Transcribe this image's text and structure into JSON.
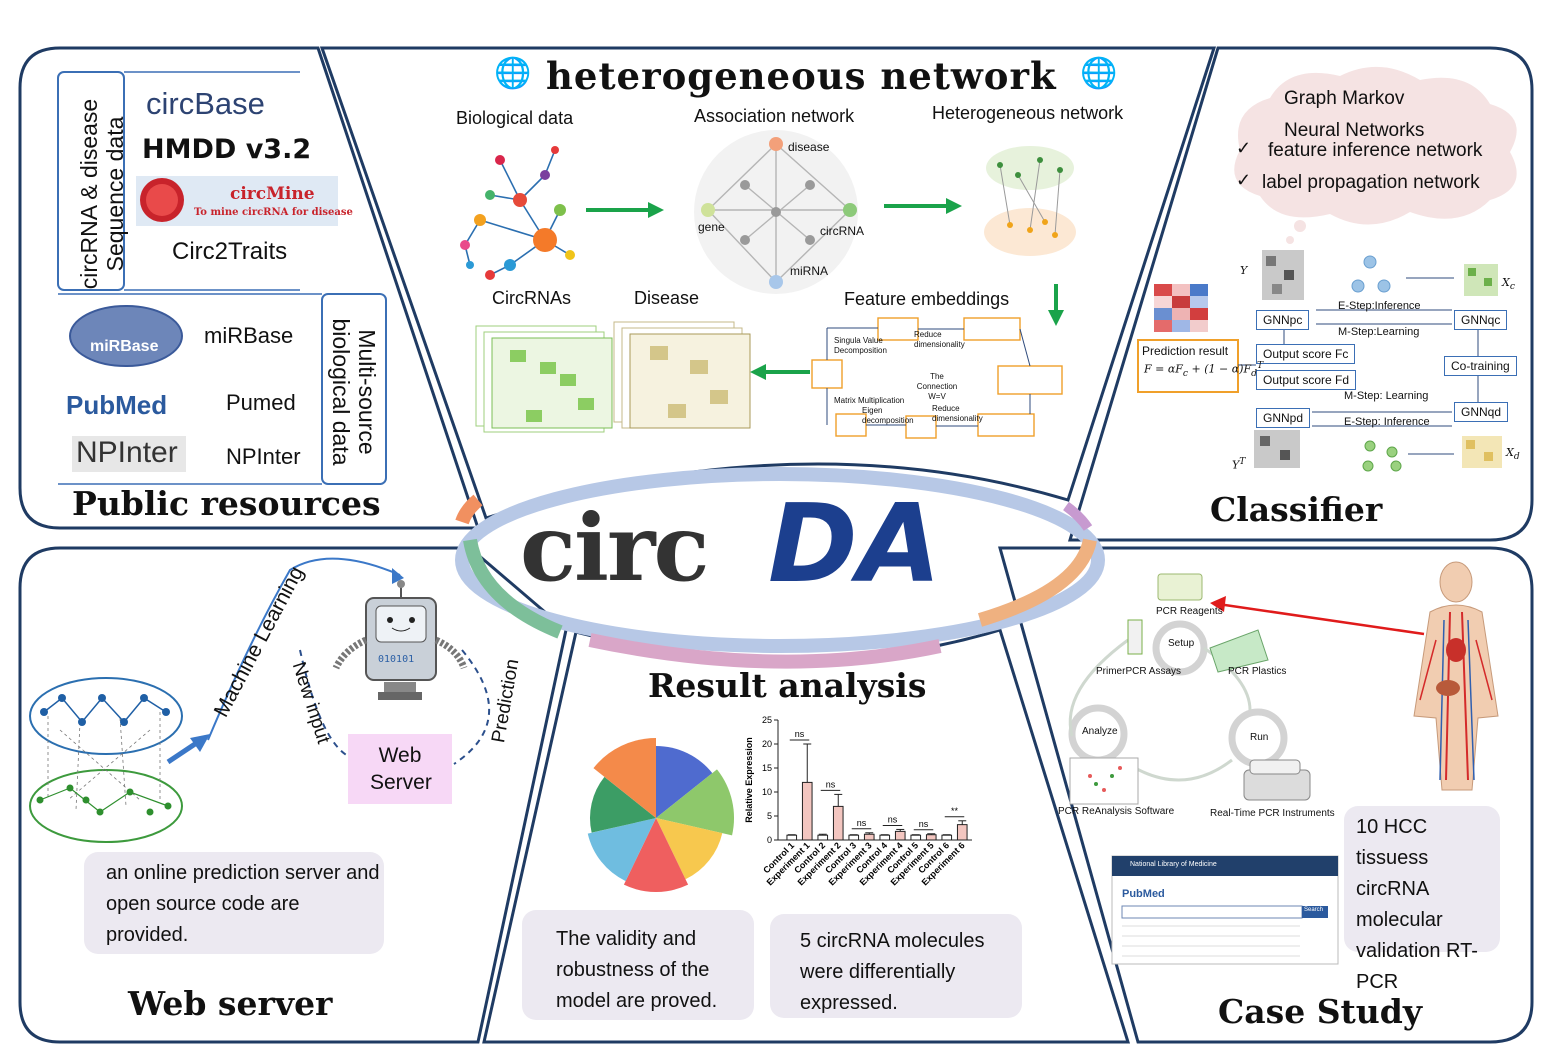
{
  "header": {
    "title": "heterogeneous network"
  },
  "panels": {
    "public_resources": {
      "title": "Public resources",
      "sequence_label": "circRNA & disease Sequence data",
      "multisource_label": "Multi-source biological data",
      "sources": [
        "circBase",
        "HMDD v3.2",
        "circMine",
        "To mine circRNA for disease",
        "Circ2Traits",
        "miRBase",
        "Pumed",
        "NPInter"
      ],
      "logos": {
        "mirbase": "miRBase",
        "pubmed": "PubMed",
        "npinter": "NPInter"
      }
    },
    "network": {
      "labels": {
        "biological_data": "Biological data",
        "association_network": "Association network",
        "heterogeneous_network": "Heterogeneous network",
        "circrnas": "CircRNAs",
        "disease": "Disease",
        "feature_embeddings": "Feature embeddings"
      },
      "nodes": {
        "disease": "disease",
        "gene": "gene",
        "circrna": "circRNA",
        "mirna": "miRNA"
      },
      "svd": {
        "singular": "Singula Value Decomposition",
        "reduce1": "Reduce dimensionality",
        "matrix_mult": "Matrix Multiplication",
        "eigen": "Eigen decomposition",
        "reduce2": "Reduce dimensionality",
        "connection": "The Connection W=V"
      }
    },
    "classifier": {
      "title": "Classifier",
      "cloud": {
        "line1": "Graph Markov",
        "line2": "Neural Networks",
        "item1": "feature inference network",
        "item2": "label propagation network"
      },
      "boxes": {
        "gnnpc": "GNNpc",
        "gnnqc": "GNNqc",
        "gnnpd": "GNNpd",
        "gnnqd": "GNNqd",
        "cotraining": "Co-training",
        "output_c": "Output score Fc",
        "output_d": "Output score Fd",
        "prediction": "Prediction result",
        "estep1": "E-Step:Inference",
        "mstep1": "M-Step:Learning",
        "mstep2": "M-Step: Learning",
        "estep2": "E-Step: Inference"
      }
    },
    "center": {
      "logo_part1": "circ",
      "logo_part2": "DA"
    },
    "web_server": {
      "title": "Web server",
      "machine_learning": "Machine Learning",
      "new_input": "New input",
      "prediction": "Prediction",
      "robot_code": "010101",
      "server_box": "Web Server",
      "description": "an online prediction server and open source code are provided."
    },
    "result_analysis": {
      "title": "Result analysis",
      "box1": "The validity and robustness of the model are proved.",
      "box2": "5 circRNA molecules were differentially expressed."
    },
    "case_study": {
      "title": "Case Study",
      "pcr": {
        "reagents": "PCR Reagents",
        "setup": "Setup",
        "assays": "PrimerPCR Assays",
        "plastics": "PCR Plastics",
        "analyze": "Analyze",
        "run": "Run",
        "software": "PCR ReAnalysis Software",
        "instruments": "Real-Time PCR Instruments"
      },
      "pubmed": {
        "header": "National Library of Medicine",
        "logo": "PubMed",
        "search": "Search"
      },
      "box": "10 HCC tissuess circRNA molecular validation RT-PCR"
    }
  },
  "chart_data": {
    "type": "bar",
    "ylabel": "Relative Expression",
    "ylim": [
      0,
      25
    ],
    "yticks": [
      0,
      5,
      10,
      15,
      20,
      25
    ],
    "categories": [
      "Control 1",
      "Experiment 1",
      "Control 2",
      "Experiment 2",
      "Control 3",
      "Experiment 3",
      "Control 4",
      "Experiment 4",
      "Control 5",
      "Experiment 5",
      "Control 6",
      "Experiment 6"
    ],
    "values": [
      1.0,
      12.0,
      1.0,
      7.0,
      1.0,
      1.2,
      1.0,
      1.8,
      1.0,
      1.1,
      1.0,
      3.2
    ],
    "errors": [
      0.1,
      8.0,
      0.2,
      2.5,
      0.1,
      0.3,
      0.1,
      0.4,
      0.1,
      0.2,
      0.1,
      0.8
    ],
    "annotations": [
      "ns",
      "ns",
      "ns",
      "ns",
      "ns",
      "**"
    ],
    "colors": {
      "control": "#ffffff",
      "experiment": "#f3c6c0"
    }
  },
  "pie": {
    "colors": [
      "#4f6bcf",
      "#8ec86b",
      "#f7c84e",
      "#ef5f5f",
      "#6fbde0",
      "#3c9d65",
      "#f48a4a"
    ]
  }
}
